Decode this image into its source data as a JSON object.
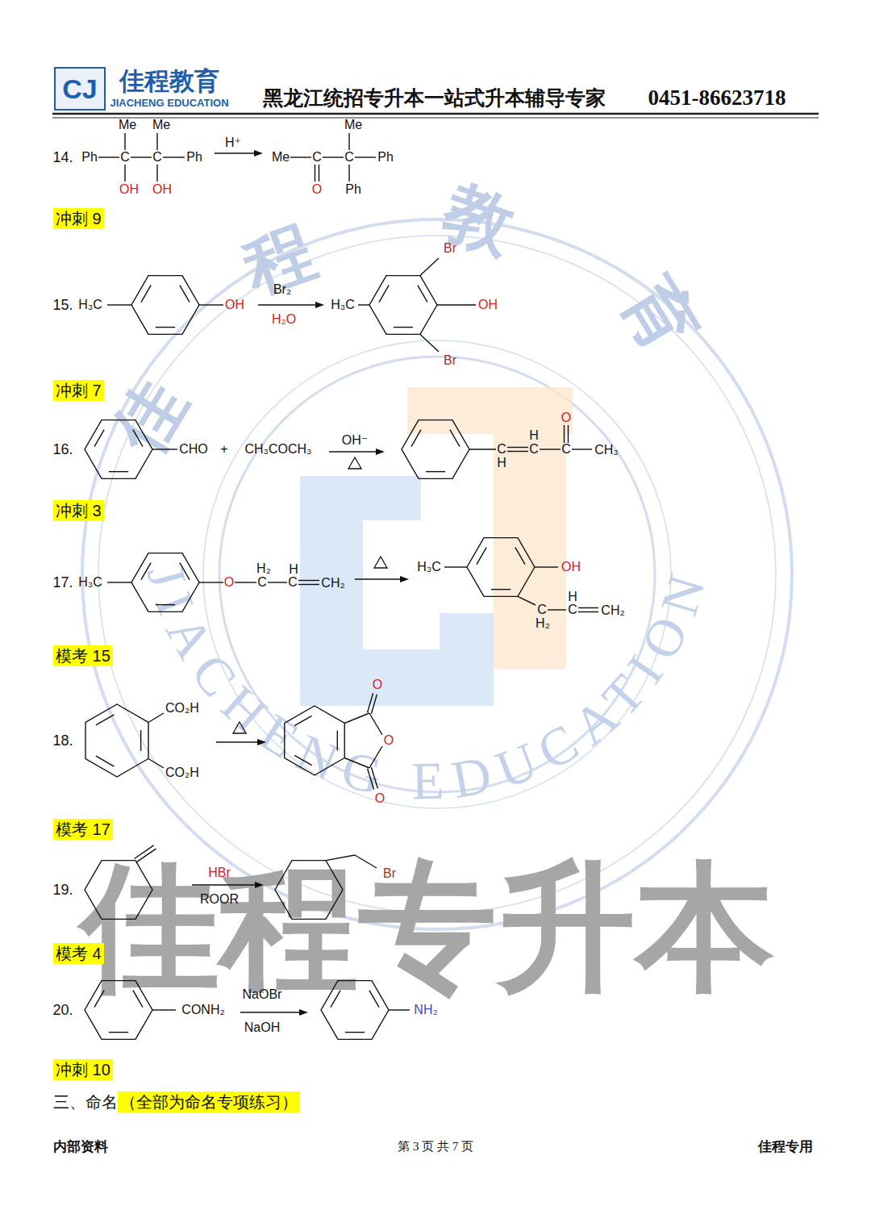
{
  "diagram": {
    "nodes": [
      {
        "text": [
          "冲刺 9"
        ]
      },
      {
        "text": [
          "冲刺 7"
        ]
      },
      {
        "text": [
          "冲刺 3"
        ]
      },
      {
        "text": [
          "模考 15"
        ]
      },
      {
        "text": [
          "模考 17"
        ]
      },
      {
        "text": [
          "模考 4"
        ]
      },
      {
        "text": [
          "冲刺 10"
        ]
      },
      {
        "text": [
          "（全部为命名专项练习）"
        ]
      }
    ],
    "labels": [
      "CJ",
      "佳程教育",
      "JIACHENG EDUCATION",
      "黑龙江统招专升本一站式升本辅导专家",
      "0451-86623718",
      "14.",
      "Ph",
      "C",
      "C",
      "Ph",
      "Me",
      "Me",
      "OH",
      "OH",
      "H⁺",
      "Me",
      "C",
      "C",
      "Ph",
      "Me",
      "O",
      "Ph",
      "15.",
      "H₃C",
      "OH",
      "Br₂",
      "H₂O",
      "H₃C",
      "OH",
      "Br",
      "Br",
      "16.",
      "CHO",
      "+",
      "CH₃COCH₃",
      "OH⁻",
      "C",
      "H",
      "C",
      "H",
      "C",
      "O",
      "CH₃",
      "17.",
      "H₃C",
      "O",
      "C",
      "H₂",
      "C",
      "H",
      "CH₂",
      "H₃C",
      "OH",
      "C",
      "H₂",
      "C",
      "H",
      "CH₂",
      "18.",
      "CO₂H",
      "CO₂H",
      "O",
      "O",
      "O",
      "19.",
      "HBr",
      "ROOR",
      "Br",
      "20.",
      "CONH₂",
      "NaOBr",
      "NaOH",
      "NH₂",
      "三、命名",
      "内部资料",
      "第 3 页 共 7 页",
      "佳程专用",
      "佳程教育",
      "JIACHENG EDUCATION",
      "佳程专升本"
    ]
  }
}
